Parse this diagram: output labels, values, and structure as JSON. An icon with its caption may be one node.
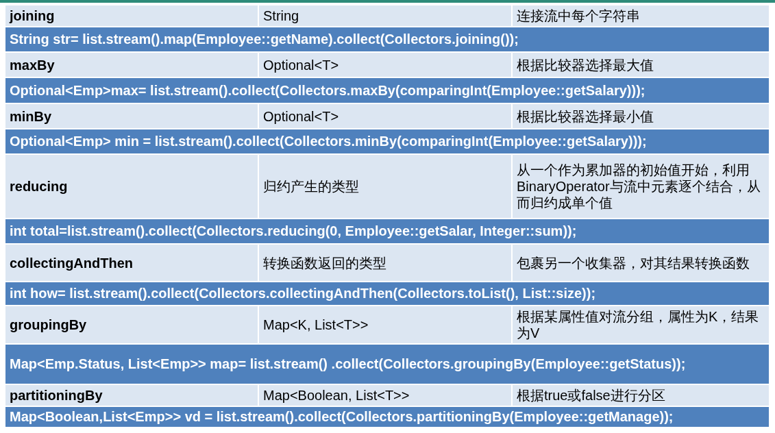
{
  "diagram": {
    "labels": [
      "joining",
      "String",
      "连接流中每个字符串",
      "String str= list.stream().map(Employee::getName).collect(Collectors.joining());",
      "maxBy",
      "Optional<T>",
      "根据比较器选择最大值",
      "Optional<Emp>max= list.stream().collect(Collectors.maxBy(comparingInt(Employee::getSalary)));",
      "minBy",
      "Optional<T>",
      "根据比较器选择最小值",
      "Optional<Emp> min = list.stream().collect(Collectors.minBy(comparingInt(Employee::getSalary)));",
      "reducing",
      "归约产生的类型",
      "从一个作为累加器的初始值开始，利用BinaryOperator与流中元素逐个结合，从而归约成单个值",
      "int total=list.stream().collect(Collectors.reducing(0, Employee::getSalar, Integer::sum));",
      "collectingAndThen",
      "转换函数返回的类型",
      "包裹另一个收集器，对其结果转换函数",
      "int how= list.stream().collect(Collectors.collectingAndThen(Collectors.toList(), List::size));",
      "groupingBy",
      "Map<K, List<T>>",
      "根据某属性值对流分组，属性为K，结果为V",
      "Map<Emp.Status, List<Emp>> map= list.stream() .collect(Collectors.groupingBy(Employee::getStatus));",
      "partitioningBy",
      "Map<Boolean, List<T>>",
      "根据true或false进行分区",
      "Map<Boolean,List<Emp>> vd = list.stream().collect(Collectors.partitioningBy(Employee::getManage));"
    ]
  }
}
